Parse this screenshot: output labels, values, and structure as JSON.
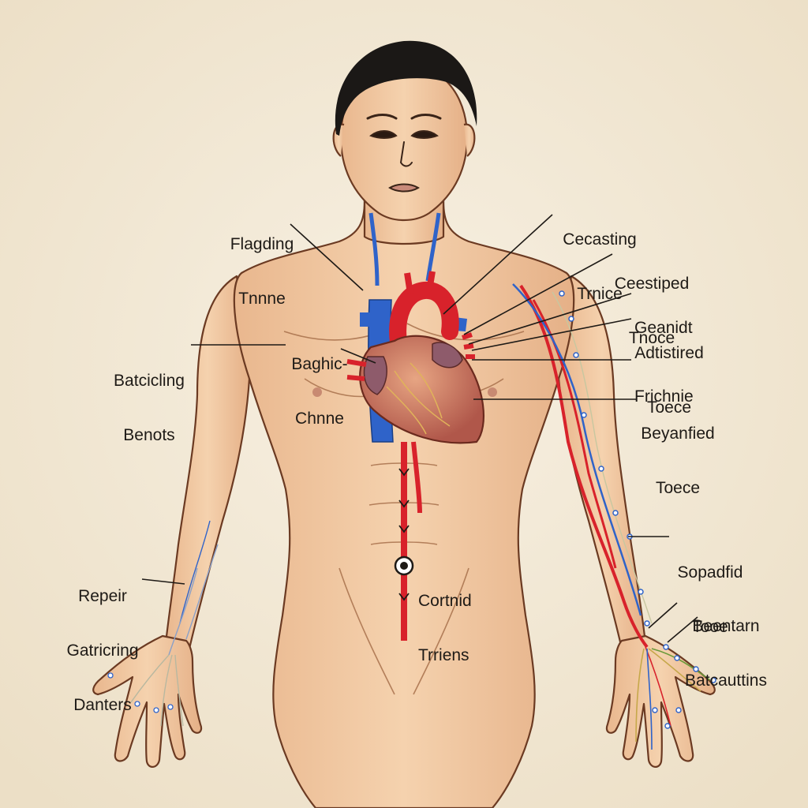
{
  "labels": {
    "flagding": {
      "line1": "Flagding",
      "line2": "Tnnne"
    },
    "cecasting": {
      "line1": "Cecasting",
      "line2": "Trnice"
    },
    "ceestiped": {
      "line1": "Ceestiped",
      "line2": "Tnoce"
    },
    "geanidt": {
      "line1": "Geanidt"
    },
    "adtistired": {
      "line1": "Adtistired",
      "line2": "Toece"
    },
    "frichnie": {
      "line1": "Frichnie"
    },
    "beyanfied": {
      "line1": "Beyanfied",
      "line2": "Toece"
    },
    "batcicling": {
      "line1": "Batcicling",
      "line2": "Benots"
    },
    "baghic": {
      "line1": "Baghic-",
      "line2": "Chnne"
    },
    "repeir": {
      "line1": "Repeir",
      "line2": "Gatricring",
      "line3": "Danters"
    },
    "cortnid": {
      "line1": "Cortnid",
      "line2": "Trriens"
    },
    "sopadfid": {
      "line1": "Sopadfid",
      "line2": "Tooe"
    },
    "beentarn": {
      "line1": "Beentarn",
      "line2": "Batcauttins"
    }
  },
  "colors": {
    "background": "#f3ead8",
    "skin": "#f2cba4",
    "skin_outline": "#6b3a22",
    "hair": "#1b1816",
    "artery": "#d8222b",
    "vein": "#2f63c9",
    "heart": "#b95a4c",
    "leader_line": "#1e1a16"
  }
}
